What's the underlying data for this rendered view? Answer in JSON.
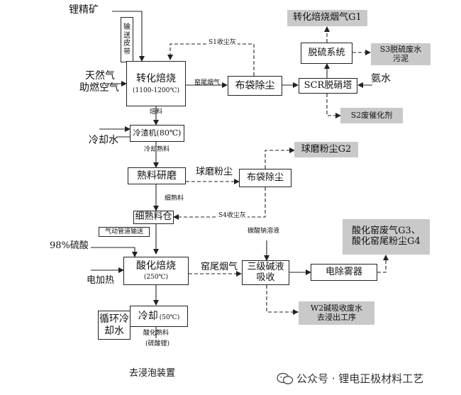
{
  "nodes": {
    "roasting": {
      "title": "转化焙烧",
      "sub": "(1100-1200℃)"
    },
    "baghouse1": {
      "title": "布袋除尘"
    },
    "scr": {
      "title": "SCR脱硝塔"
    },
    "desulf": {
      "title": "脱硫系统"
    },
    "cooler": {
      "title": "冷渣机(80℃)"
    },
    "grinding": {
      "title": "熟料研磨"
    },
    "baghouse2": {
      "title": "布袋除尘"
    },
    "bin": {
      "title": "细熟料仓"
    },
    "acid_roasting": {
      "title": "酸化焙烧",
      "sub": "(250℃)"
    },
    "scrubber": {
      "title": "三级碱液",
      "title2": "吸收"
    },
    "esp": {
      "title": "电除雾器"
    },
    "cooling": {
      "title": "冷却",
      "sub": "(50℃)"
    },
    "cooling_water": {
      "title": "冷却水"
    },
    "circ_water": {
      "title": "循环冷",
      "title2": "却水"
    }
  },
  "outputs": {
    "g1": "转化焙烧烟气G1",
    "s3": {
      "line1": "S3脱硫废水",
      "line2": "污泥"
    },
    "s2": "S2废催化剂",
    "g2": "球磨粉尘G2",
    "g34": {
      "line1": "酸化窑废气G3、",
      "line2": "酸化窑尾粉尘G4"
    },
    "w2": {
      "line1": "W2碱吸收废水",
      "line2": "去浸出工序"
    }
  },
  "labels": {
    "lithium_ore": "锂精矿",
    "conveyor": [
      "输",
      "送",
      "皮",
      "带"
    ],
    "natural_gas": "天然气",
    "combustion_air": "助燃空气",
    "s1_dust": "S1收尘灰",
    "kiln_tail_gas_1": "窑尾烟气",
    "ammonia": "氨水",
    "clinker": "焙料",
    "hot_clinker": "冷却熟料",
    "ball_mill_dust": "球磨粉尘",
    "fine_clinker": "细熟料",
    "s4_dust": "S4收尘灰",
    "pneumatic": "气动管道输送",
    "sodium_carbonate": "碳酸钠溶液",
    "sulfuric_acid": "98%硫酸",
    "kiln_tail_gas_2": "窑尾烟气",
    "electric_heating": "电加热",
    "acid_clinker": "酸化熟料",
    "lithium_sulfate": "(硫酸锂)",
    "to_leaching": "去浸泡装置"
  },
  "watermark": "公众号 · 锂电正极材料工艺"
}
